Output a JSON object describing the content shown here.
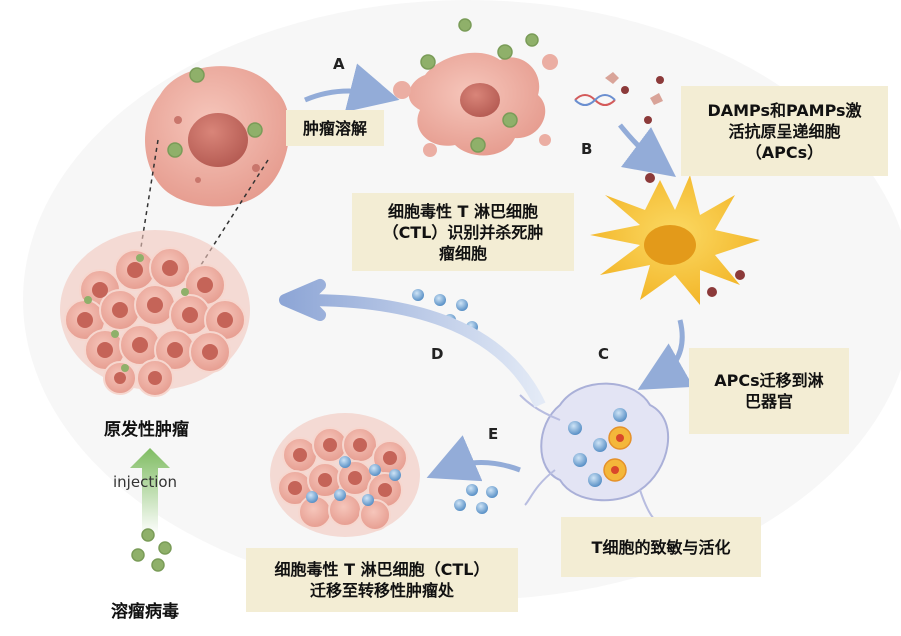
{
  "steps": {
    "a": {
      "letter": "A",
      "text": "肿瘤溶解"
    },
    "b": {
      "letter": "B",
      "lines": [
        "DAMPs和PAMPs激",
        "活抗原呈递细胞",
        "（APCs）"
      ]
    },
    "c": {
      "letter": "C",
      "lines": [
        "APCs迁移到淋",
        "巴器官"
      ]
    },
    "c2": {
      "text": "T细胞的致敏与活化"
    },
    "d": {
      "letter": "D",
      "lines": [
        "细胞毒性 T 淋巴细胞",
        "（CTL）识别并杀死肿",
        "瘤细胞"
      ]
    },
    "e": {
      "letter": "E",
      "lines": [
        "细胞毒性 T 淋巴细胞（CTL）",
        "迁移至转移性肿瘤处"
      ]
    }
  },
  "labels": {
    "primary_tumor": "原发性肿瘤",
    "injection": "injection",
    "oncolytic_virus": "溶瘤病毒"
  },
  "colors": {
    "panel": "#f3edd4",
    "arrow": "#9fb4d9",
    "virus": "#8fb06a",
    "tumor": "#e8a79c",
    "apc": "#f4c23a",
    "injection_arrow": "#8cc06e"
  },
  "icons": [
    "oncolytic-virus-icon",
    "tumor-cell-icon",
    "dendritic-cell-icon",
    "lymph-node-icon",
    "t-cell-icon",
    "dna-icon"
  ]
}
